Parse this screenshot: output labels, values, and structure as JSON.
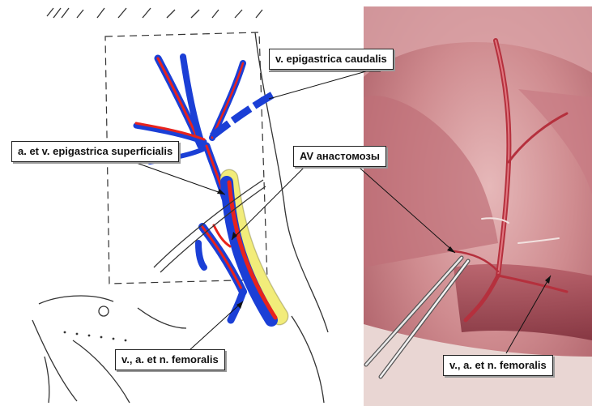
{
  "labels": {
    "epigastrica_caudalis": "v. epigastrica caudalis",
    "epigastrica_superficialis": "a. et v. epigastrica superficialis",
    "av_anastomoses": "AV анастомозы",
    "femoralis_left": "v., a. et n. femoralis",
    "femoralis_right": "v., a. et n. femoralis"
  },
  "colors": {
    "artery": "#e8231c",
    "vein": "#1b3fd6",
    "nerve": "#f2ec7a",
    "sketch_line": "#333333",
    "photo_tissue": "#c9646b",
    "photo_background": "#e7c9c8"
  },
  "icons": {
    "forceps": "forceps-icon"
  }
}
